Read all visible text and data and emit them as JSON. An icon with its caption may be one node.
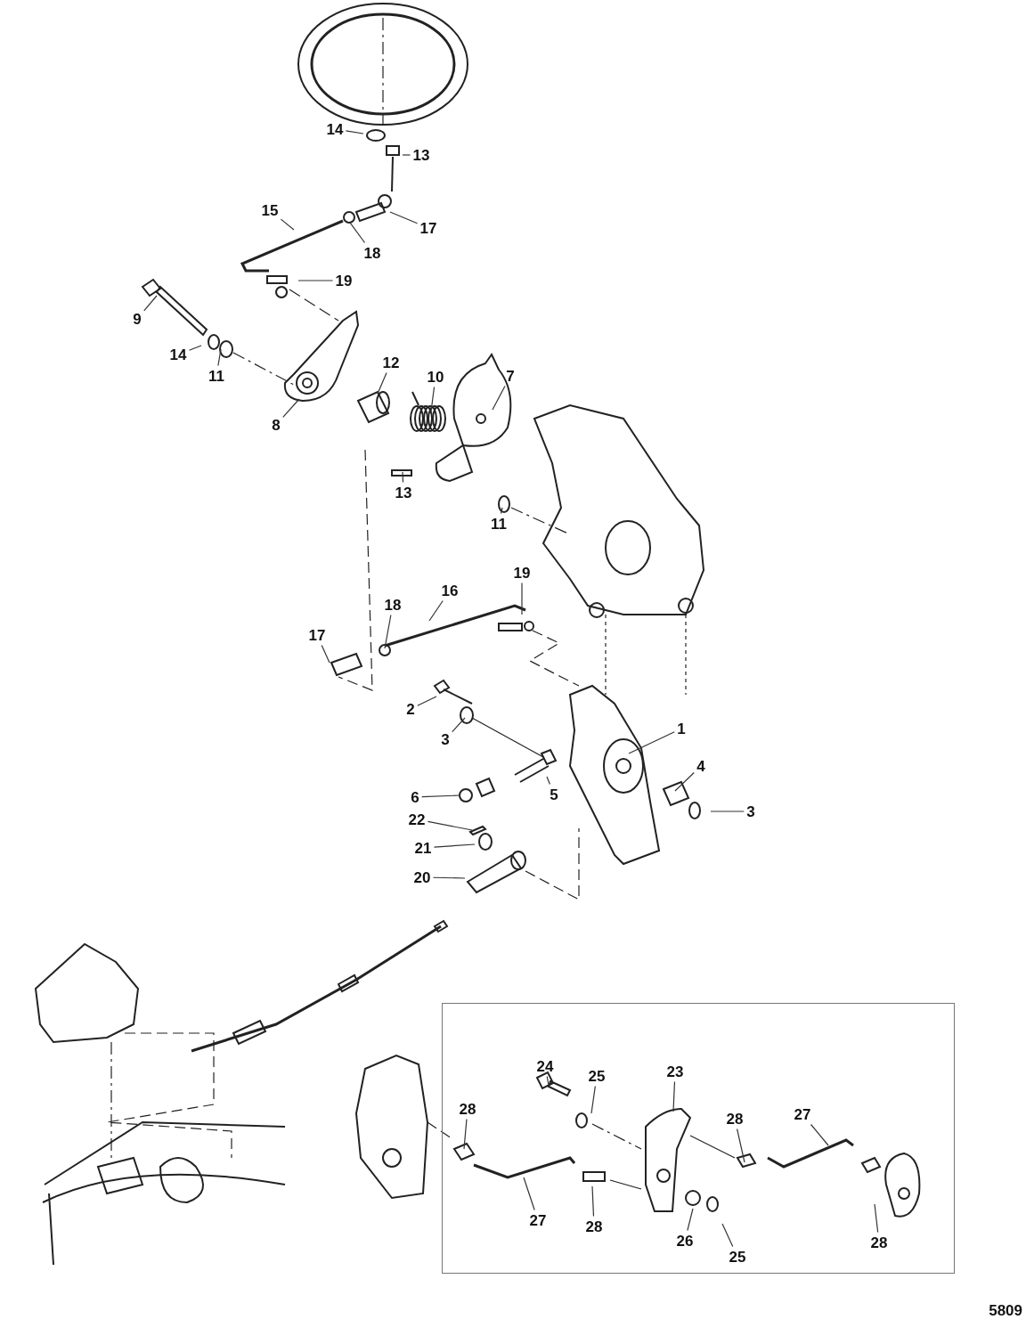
{
  "diagram": {
    "nodes": [
      {
        "text": [
          "14"
        ]
      },
      {
        "text": [
          "13"
        ]
      },
      {
        "text": [
          "15"
        ]
      },
      {
        "text": [
          "17"
        ]
      },
      {
        "text": [
          "18"
        ]
      },
      {
        "text": [
          "19"
        ]
      },
      {
        "text": [
          "9"
        ]
      },
      {
        "text": [
          "14"
        ]
      },
      {
        "text": [
          "11"
        ]
      },
      {
        "text": [
          "12"
        ]
      },
      {
        "text": [
          "10"
        ]
      },
      {
        "text": [
          "7"
        ]
      },
      {
        "text": [
          "8"
        ]
      },
      {
        "text": [
          "13"
        ]
      },
      {
        "text": [
          "11"
        ]
      },
      {
        "text": [
          "16"
        ]
      },
      {
        "text": [
          "19"
        ]
      },
      {
        "text": [
          "18"
        ]
      },
      {
        "text": [
          "17"
        ]
      },
      {
        "text": [
          "2"
        ]
      },
      {
        "text": [
          "3"
        ]
      },
      {
        "text": [
          "1"
        ]
      },
      {
        "text": [
          "4"
        ]
      },
      {
        "text": [
          "5"
        ]
      },
      {
        "text": [
          "6"
        ]
      },
      {
        "text": [
          "22"
        ]
      },
      {
        "text": [
          "3"
        ]
      },
      {
        "text": [
          "21"
        ]
      },
      {
        "text": [
          "20"
        ]
      },
      {
        "text": [],
        "shape": "box"
      },
      {
        "text": [
          "28"
        ],
        "in": 29
      },
      {
        "text": [
          "24"
        ],
        "in": 29
      },
      {
        "text": [
          "25"
        ],
        "in": 29
      },
      {
        "text": [
          "23"
        ],
        "in": 29
      },
      {
        "text": [
          "28"
        ],
        "in": 29
      },
      {
        "text": [
          "27"
        ],
        "in": 29
      },
      {
        "text": [
          "27"
        ],
        "in": 29
      },
      {
        "text": [
          "28"
        ],
        "in": 29
      },
      {
        "text": [
          "26"
        ],
        "in": 29
      },
      {
        "text": [
          "25"
        ],
        "in": 29
      },
      {
        "text": [
          "28"
        ],
        "in": 29
      }
    ],
    "edges": [
      {
        "from": 0,
        "to": null,
        "arrow": "none"
      },
      {
        "from": 1,
        "to": null,
        "arrow": "none"
      },
      {
        "from": 2,
        "to": null,
        "arrow": "none"
      },
      {
        "from": 3,
        "to": null,
        "arrow": "none"
      },
      {
        "from": 4,
        "to": null,
        "arrow": "none"
      },
      {
        "from": 5,
        "to": null,
        "arrow": "none"
      },
      {
        "from": 6,
        "to": null,
        "arrow": "none"
      },
      {
        "from": 7,
        "to": null,
        "arrow": "none"
      },
      {
        "from": 8,
        "to": null,
        "arrow": "none"
      },
      {
        "from": 9,
        "to": null,
        "arrow": "none"
      },
      {
        "from": 10,
        "to": null,
        "arrow": "none"
      },
      {
        "from": 11,
        "to": null,
        "arrow": "none"
      },
      {
        "from": 12,
        "to": null,
        "arrow": "none"
      },
      {
        "from": 13,
        "to": null,
        "arrow": "none"
      },
      {
        "from": 14,
        "to": null,
        "arrow": "none"
      },
      {
        "from": 15,
        "to": null,
        "arrow": "none"
      },
      {
        "from": 16,
        "to": null,
        "arrow": "none"
      },
      {
        "from": 17,
        "to": null,
        "arrow": "none"
      },
      {
        "from": 18,
        "to": null,
        "arrow": "none"
      },
      {
        "from": 19,
        "to": null,
        "arrow": "none"
      },
      {
        "from": 20,
        "to": null,
        "arrow": "none"
      },
      {
        "from": 21,
        "to": null,
        "arrow": "none"
      },
      {
        "from": 22,
        "to": null,
        "arrow": "none"
      },
      {
        "from": 23,
        "to": null,
        "arrow": "none"
      },
      {
        "from": 24,
        "to": null,
        "arrow": "none"
      },
      {
        "from": 25,
        "to": null,
        "arrow": "none"
      },
      {
        "from": 26,
        "to": null,
        "arrow": "none"
      },
      {
        "from": 27,
        "to": null,
        "arrow": "none"
      },
      {
        "from": 28,
        "to": null,
        "arrow": "none"
      },
      {
        "from": 30,
        "to": null,
        "arrow": "none"
      },
      {
        "from": 31,
        "to": null,
        "arrow": "none"
      },
      {
        "from": 32,
        "to": null,
        "arrow": "none"
      },
      {
        "from": 33,
        "to": null,
        "arrow": "none"
      },
      {
        "from": 34,
        "to": null,
        "arrow": "none"
      },
      {
        "from": 35,
        "to": null,
        "arrow": "none"
      },
      {
        "from": 36,
        "to": null,
        "arrow": "none"
      },
      {
        "from": 37,
        "to": null,
        "arrow": "none"
      },
      {
        "from": 38,
        "to": null,
        "arrow": "none"
      },
      {
        "from": 39,
        "to": null,
        "arrow": "none"
      },
      {
        "from": 40,
        "to": null,
        "arrow": "none"
      }
    ],
    "labels": [
      "5809"
    ]
  }
}
